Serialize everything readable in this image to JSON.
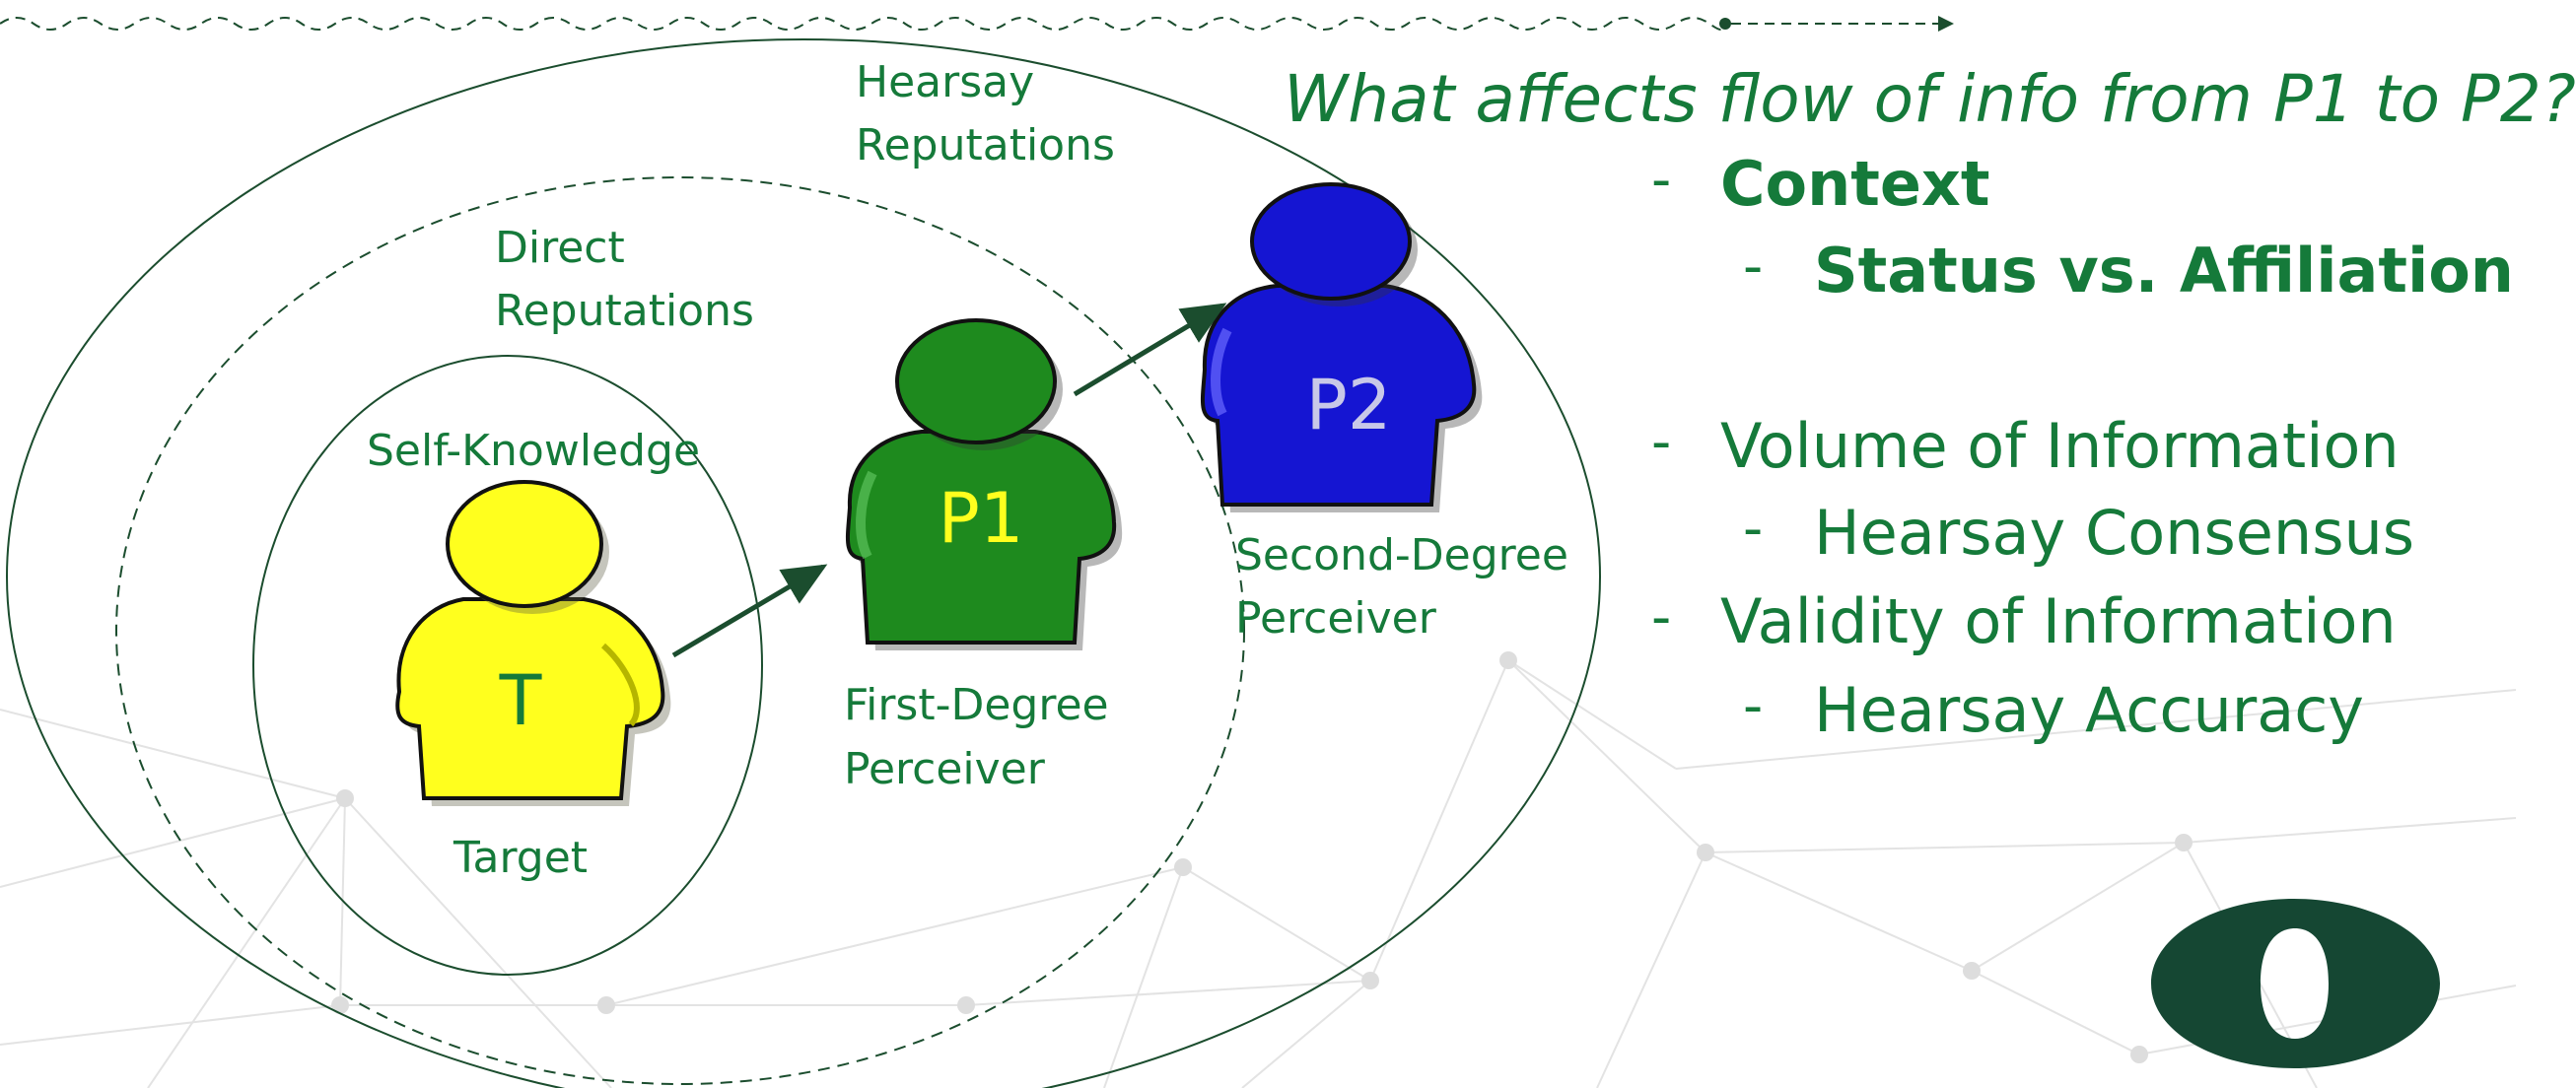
{
  "diagram": {
    "circles": {
      "hearsay_line1": "Hearsay",
      "hearsay_line2": "Reputations",
      "direct_line1": "Direct",
      "direct_line2": "Reputations",
      "self": "Self-Knowledge"
    },
    "figures": {
      "target_letter": "T",
      "target_label": "Target",
      "p1_letter": "P1",
      "p1_label_line1": "First-Degree",
      "p1_label_line2": "Perceiver",
      "p2_letter": "P2",
      "p2_label_line1": "Second-Degree",
      "p2_label_line2": "Perceiver"
    }
  },
  "panel": {
    "question": "What affects flow of info from P1 to P2?",
    "bullet_dash": "-",
    "items": [
      {
        "text": "Context",
        "level": 1,
        "bold": true
      },
      {
        "text": "Status vs. Affiliation",
        "level": 2,
        "bold": true
      },
      {
        "text": "Volume of Information",
        "level": 1,
        "bold": false
      },
      {
        "text": "Hearsay Consensus",
        "level": 2,
        "bold": false
      },
      {
        "text": "Validity of Information",
        "level": 1,
        "bold": false
      },
      {
        "text": "Hearsay Accuracy",
        "level": 2,
        "bold": false
      }
    ]
  },
  "colors": {
    "text_green": "#157a3a",
    "line_green": "#1b4d2e",
    "target_yellow": "#ffff1e",
    "p1_green": "#1e8a1e",
    "p2_blue": "#1515d2",
    "logo_green": "#154733"
  },
  "logo": {
    "icon": "oregon-o-logo"
  }
}
